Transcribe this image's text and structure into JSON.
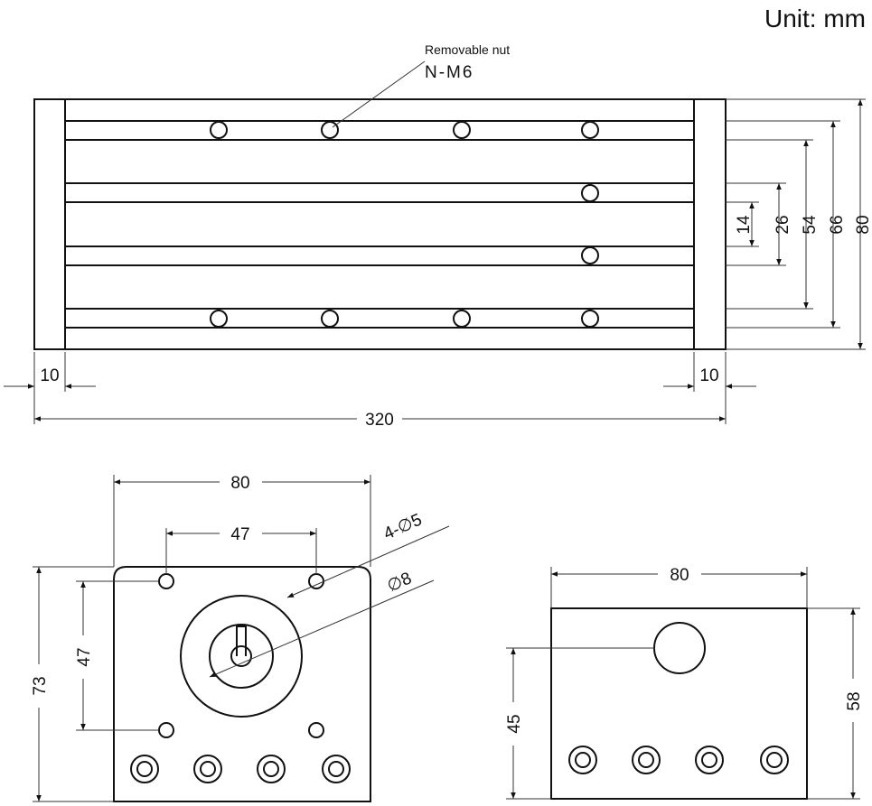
{
  "unit_label": "Unit: mm",
  "callout": {
    "title": "Removable nut",
    "code": "N-M6"
  },
  "top_view": {
    "end_left": "10",
    "end_right": "10",
    "length": "320",
    "slot_gap": "14",
    "h26": "26",
    "h54": "54",
    "h66": "66",
    "h80": "80"
  },
  "front_view": {
    "width": "80",
    "hole_spacing_x": "47",
    "hole_spacing_y": "47",
    "height": "73",
    "hole_callout": "4-∅5",
    "bore_callout": "∅8"
  },
  "side_view": {
    "width": "80",
    "height": "58",
    "hole_height": "45"
  }
}
